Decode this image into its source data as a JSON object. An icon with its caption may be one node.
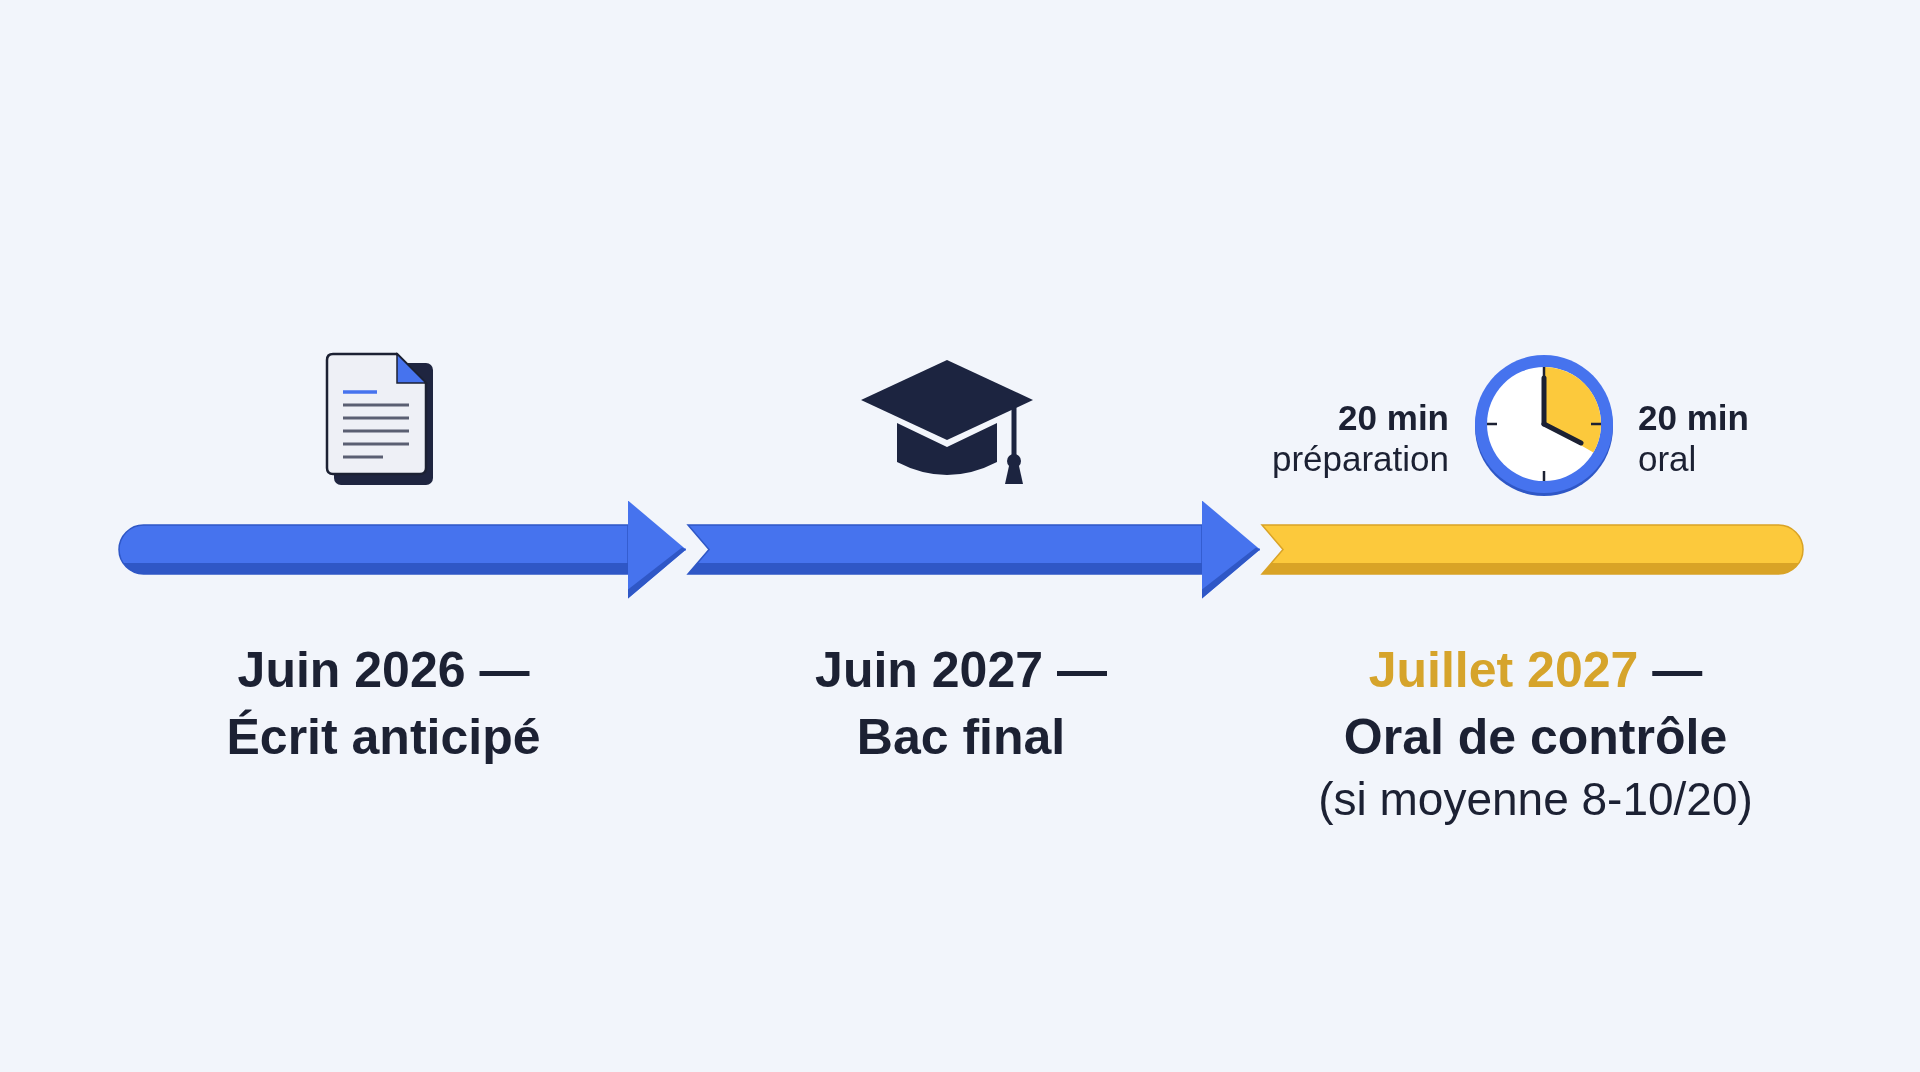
{
  "diagram": {
    "nodes": [
      {
        "text": [
          "Juin 2026 — Écrit anticipé"
        ]
      },
      {
        "text": [
          "Juin 2027 — Bac final"
        ]
      },
      {
        "text": [
          "Juillet 2027 — Oral de contrôle",
          "(si moyenne 8-10/20)"
        ],
        "beside": [
          "**20 min** préparation",
          "**20 min** oral"
        ]
      }
    ],
    "edges": [
      {
        "from": 0,
        "to": 1,
        "arrow": "to"
      },
      {
        "from": 1,
        "to": 2,
        "arrow": "to"
      }
    ]
  }
}
